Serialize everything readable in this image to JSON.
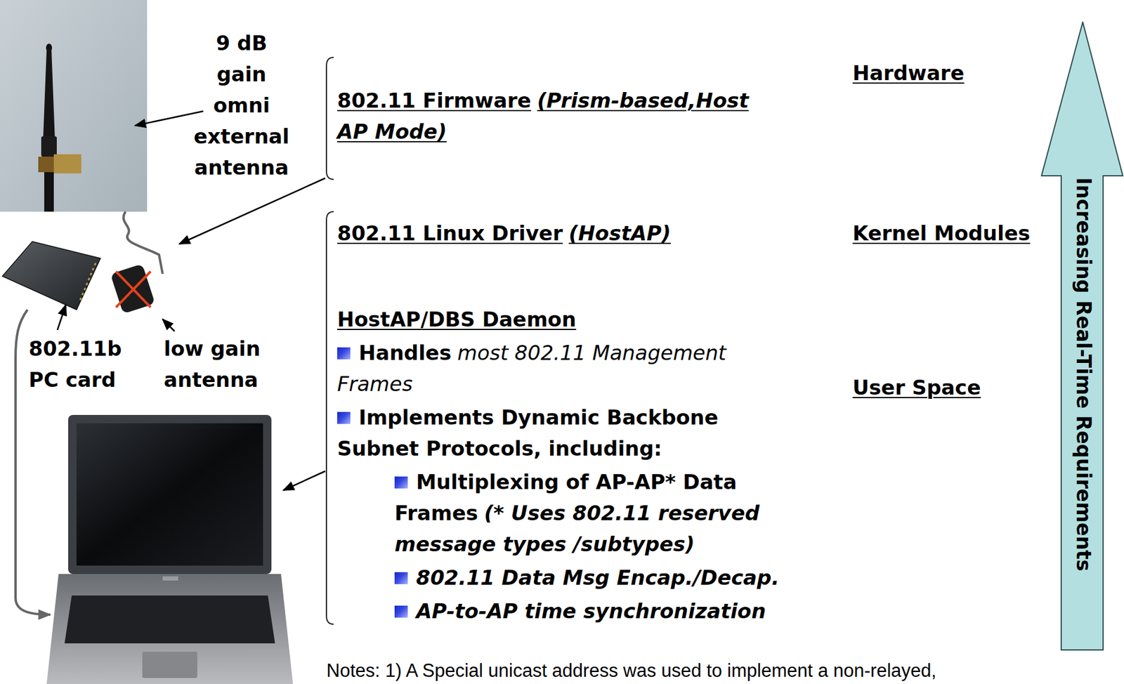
{
  "diagram": {
    "nodes": [
      {
        "text": [
          "Increasing Real-Time Requirements"
        ]
      }
    ],
    "labels": [
      "9 dB gain omni external antenna",
      "802.11b PC card",
      "low gain antenna",
      "802.11 Firmware",
      "(Prism-based,Host AP Mode)",
      "802.11 Linux Driver",
      "(HostAP)",
      "HostAP/DBS Daemon",
      "Handles",
      "most 802.11 Management Frames",
      "Implements Dynamic Backbone Subnet Protocols, including:",
      "Multiplexing of AP-AP* Data Frames",
      "(* Uses 802.11 reserved message types /subtypes)",
      "802.11 Data Msg Encap./Decap.",
      "AP-to-AP time synchronization",
      "Hardware",
      "Kernel Modules",
      "User Space",
      "Notes: 1) A Special unicast address was used to implement a non-relayed,"
    ]
  }
}
